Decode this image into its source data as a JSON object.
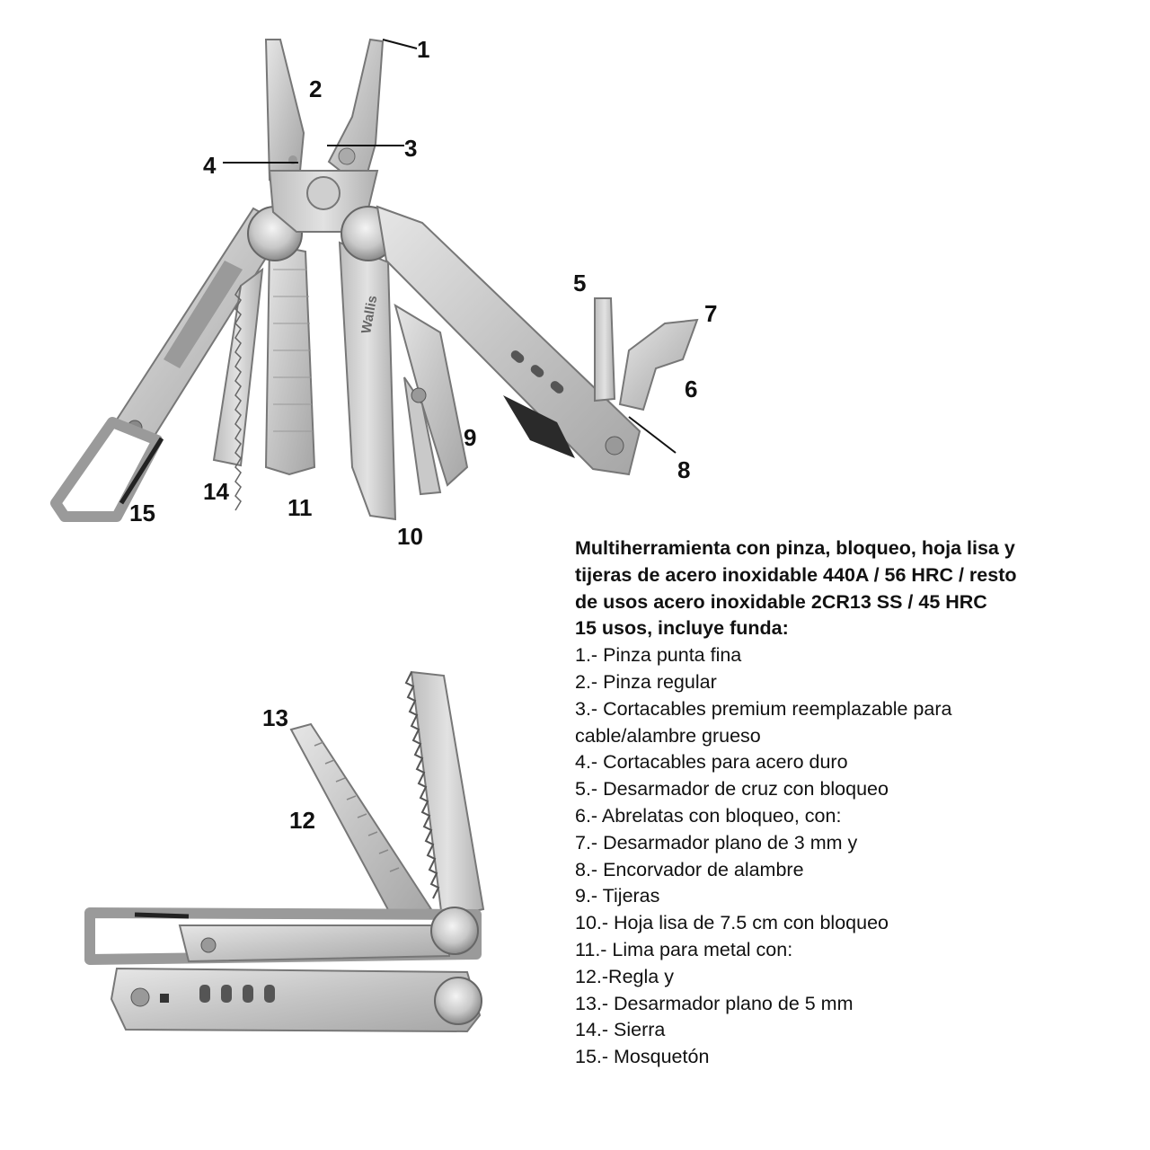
{
  "callouts": {
    "c1": "1",
    "c2": "2",
    "c3": "3",
    "c4": "4",
    "c5": "5",
    "c6": "6",
    "c7": "7",
    "c8": "8",
    "c9": "9",
    "c10": "10",
    "c11": "11",
    "c12": "12",
    "c13": "13",
    "c14": "14",
    "c15": "15"
  },
  "brand": "Wallis",
  "description": {
    "heading": [
      "Multiherramienta con pinza, bloqueo, hoja lisa y",
      "tijeras de acero inoxidable 440A / 56 HRC / resto",
      "de usos acero inoxidable 2CR13 SS / 45 HRC",
      "15 usos, incluye funda:"
    ],
    "items": [
      "1.- Pinza punta fina",
      "2.- Pinza regular",
      "3.- Cortacables premium reemplazable para",
      "cable/alambre grueso",
      "4.- Cortacables para acero duro",
      "5.- Desarmador de cruz con bloqueo",
      "6.- Abrelatas con bloqueo, con:",
      "7.- Desarmador plano de 3 mm y",
      "8.- Encorvador de alambre",
      "9.- Tijeras",
      "10.- Hoja lisa de 7.5 cm con bloqueo",
      "11.- Lima para metal con:",
      "12.-Regla y",
      "13.- Desarmador plano de 5 mm",
      "14.- Sierra",
      "15.- Mosquetón"
    ]
  },
  "colors": {
    "steel_light": "#d9d9d9",
    "steel_mid": "#b5b5b5",
    "steel_dark": "#8e8e8e",
    "outline": "#6f6f6f",
    "text": "#111111"
  }
}
